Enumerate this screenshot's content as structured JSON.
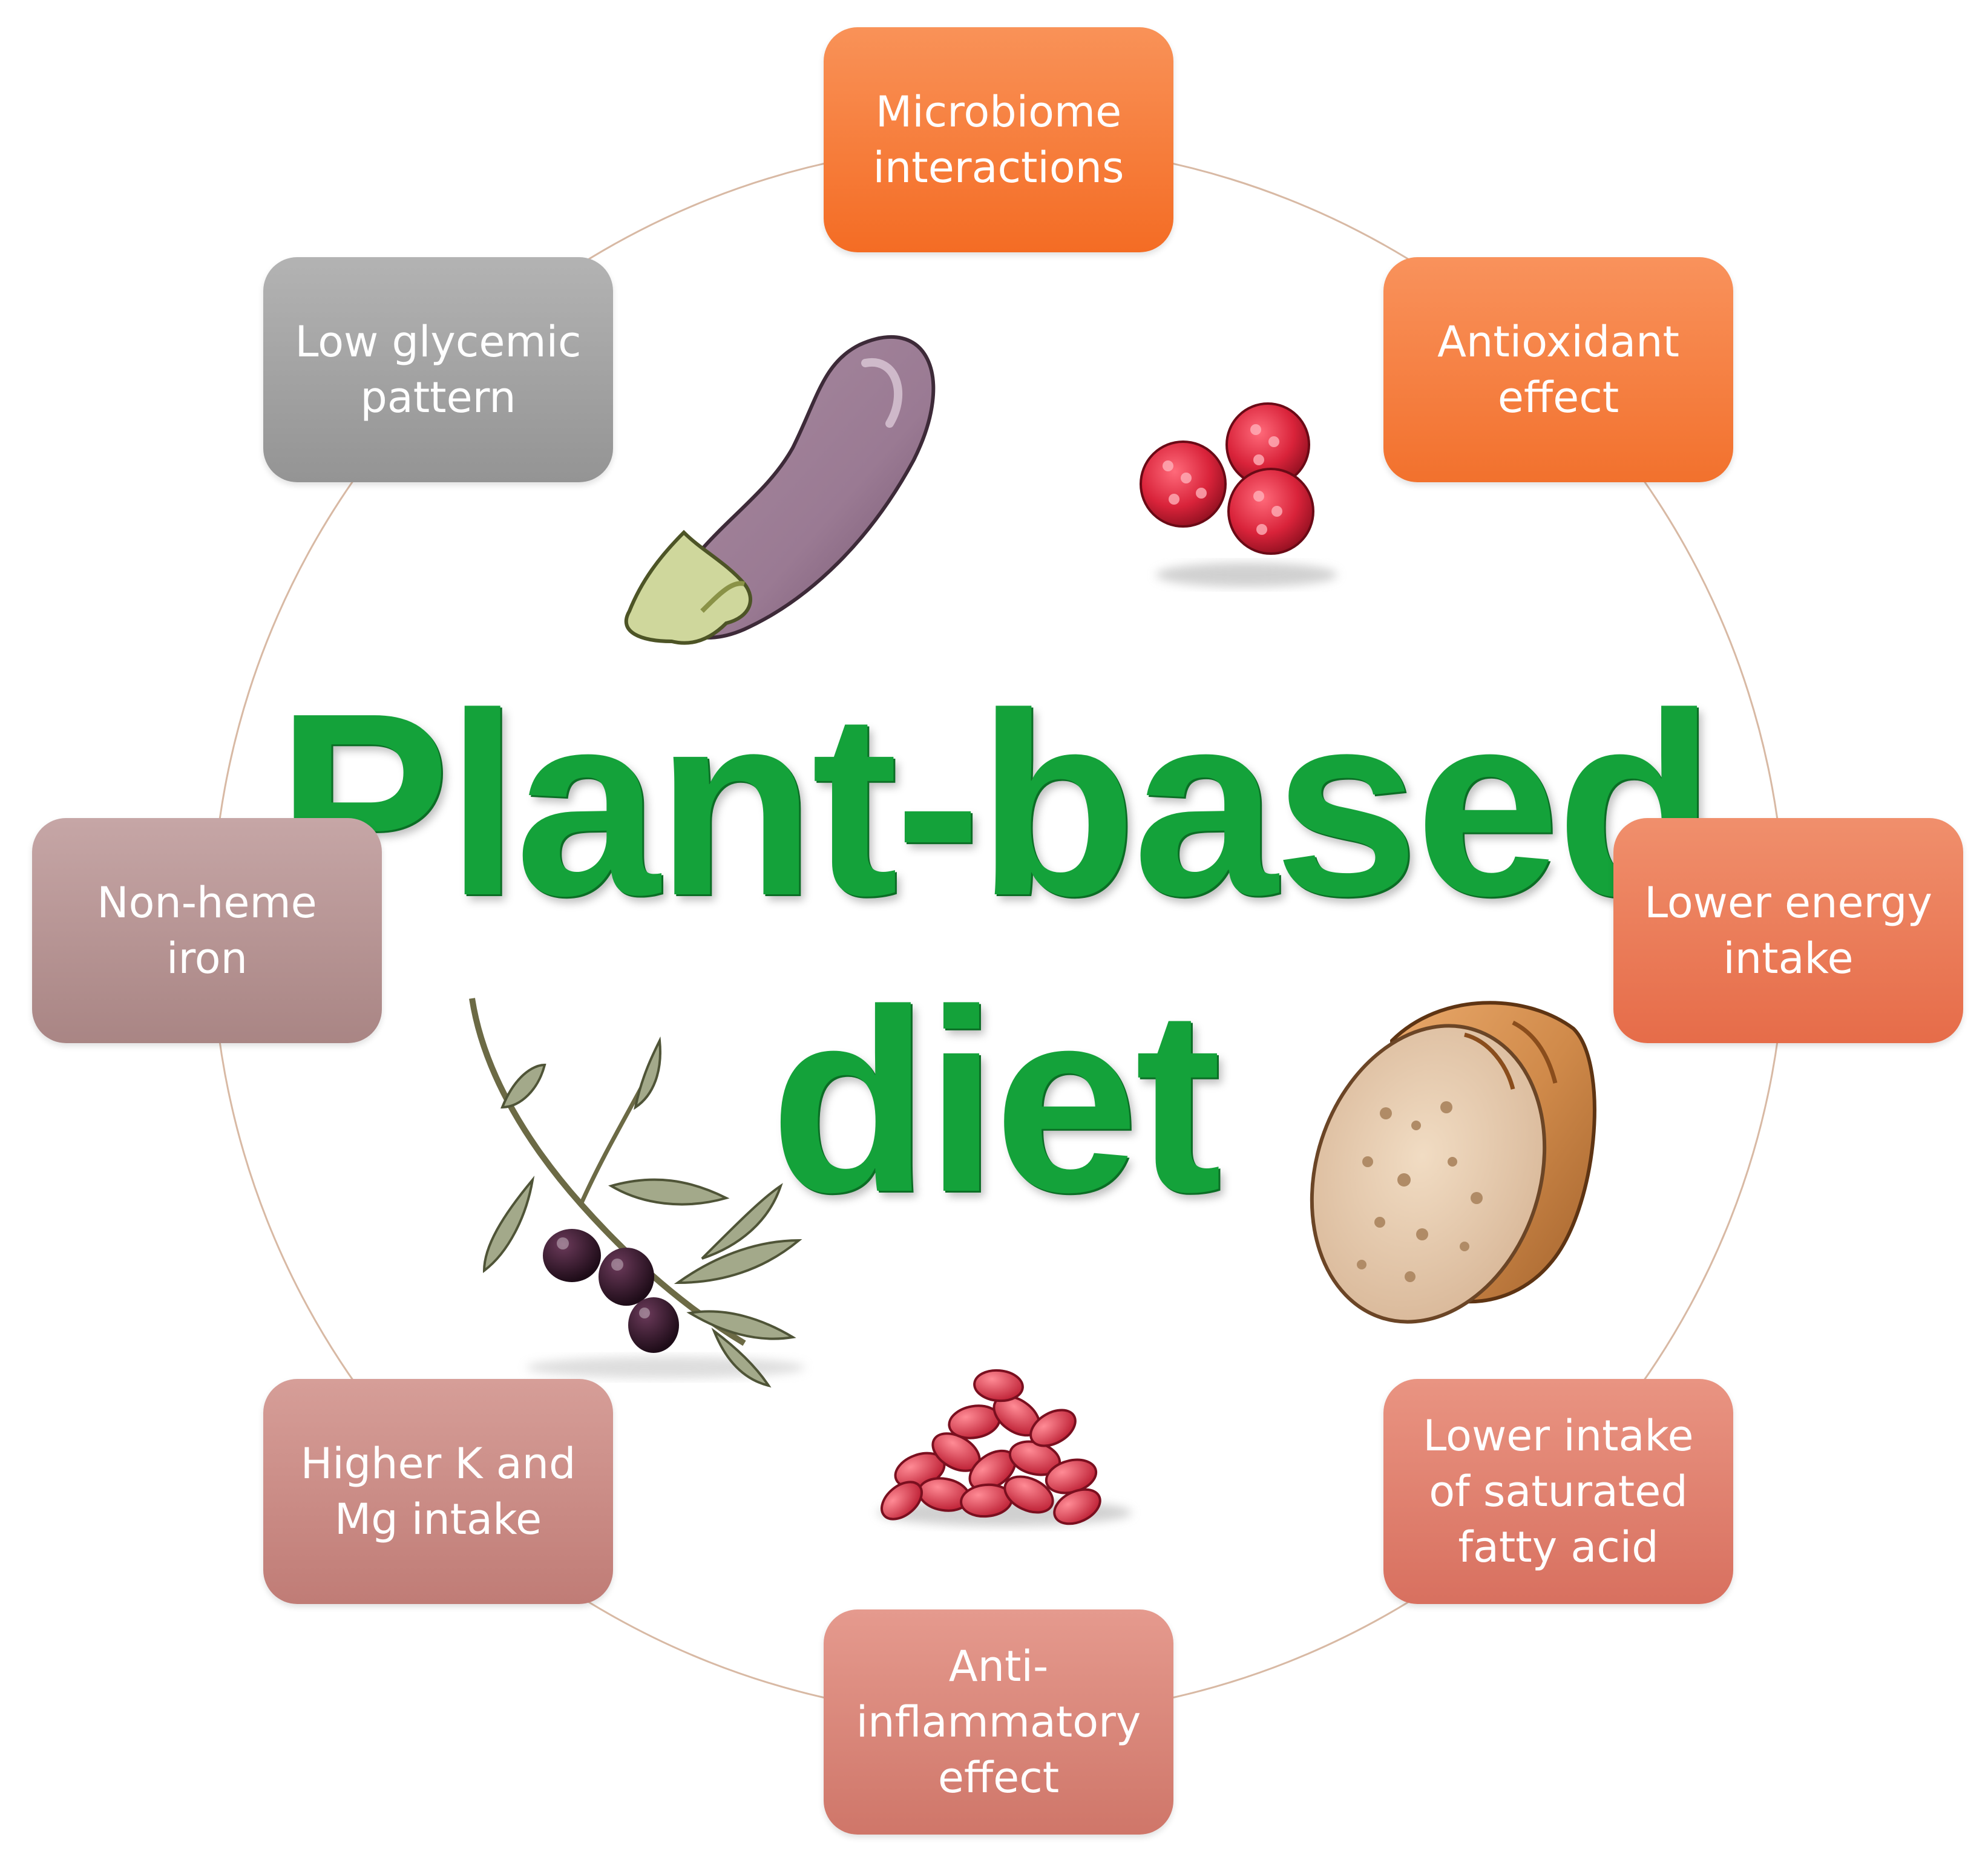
{
  "title": {
    "line1": "Plant-based",
    "line2": "diet"
  },
  "nodes": [
    {
      "id": "microbiome",
      "label": "Microbiome\ninteractions"
    },
    {
      "id": "antioxidant",
      "label": "Antioxidant\neffect"
    },
    {
      "id": "energy",
      "label": "Lower energy\nintake"
    },
    {
      "id": "saturated",
      "label": "Lower intake\nof saturated\nfatty acid"
    },
    {
      "id": "antiinflam",
      "label": "Anti-\ninflammatory\neffect"
    },
    {
      "id": "potassium",
      "label": "Higher K and\nMg intake"
    },
    {
      "id": "iron",
      "label": "Non-heme\niron"
    },
    {
      "id": "glycemic",
      "label": "Low glycemic\npattern"
    }
  ],
  "colors": {
    "title_green": "#14a23a",
    "ring": "#d8b9a4",
    "microbiome": "#f46c24",
    "antioxidant": "#f2712d",
    "energy": "#e66c49",
    "saturated": "#d8705f",
    "antiinflam": "#cf7669",
    "potassium": "#c07c76",
    "iron": "#a98584",
    "glycemic": "#949494"
  },
  "illustrations": [
    "eggplant-icon",
    "raspberries-icon",
    "bread-loaf-icon",
    "kidney-beans-icon",
    "olive-branch-icon"
  ]
}
